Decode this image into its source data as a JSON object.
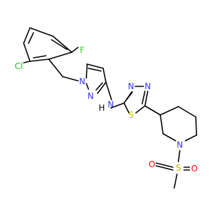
{
  "colors": {
    "bond": "#000000",
    "carbon": "#000000",
    "nitrogen": "#3333ff",
    "sulfur": "#b8b800",
    "oxygen": "#ff0000",
    "fluorine": "#33cc33",
    "chlorine": "#1fbf1f",
    "background": "#ffffff"
  },
  "atom_labels": {
    "cl": "Cl",
    "f": "F",
    "n_pyrazole_1": "N",
    "n_pyrazole_2": "N",
    "n_amine": "N",
    "h_amine": "H",
    "n_thiadiazole_1": "N",
    "n_thiadiazole_2": "N",
    "s_thiadiazole": "S",
    "n_piperidine": "N",
    "s_sulfonyl": "S",
    "o_left": "O",
    "o_right": "O"
  }
}
